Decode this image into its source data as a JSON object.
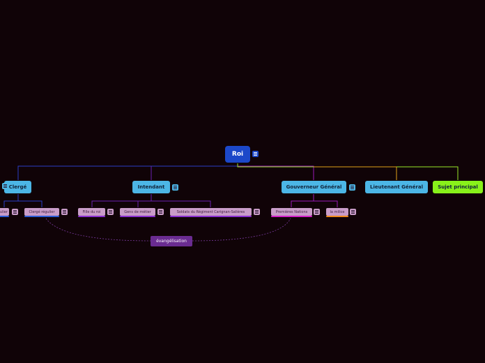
{
  "map": {
    "root": {
      "label": "Roi"
    },
    "branches": {
      "clerge": {
        "label": "Clergé"
      },
      "intendant": {
        "label": "Intendant"
      },
      "gouverneur": {
        "label": "Gouverneur Général"
      },
      "lieutenant": {
        "label": "Lieutenant Général"
      },
      "sujet": {
        "label": "Sujet principal"
      }
    },
    "subtopics": {
      "clerge_seculier": {
        "label": "Clergé séculier",
        "shown_text": "ulier"
      },
      "clerge_regulier": {
        "label": "Clergé régulier"
      },
      "filles_du_roi": {
        "label": "Fille du roi"
      },
      "gens_de_metier": {
        "label": "Gens de métier"
      },
      "soldats": {
        "label": "Soldats du Régiment Carignan-Salières"
      },
      "premieres_nations": {
        "label": "Premières Nations"
      },
      "la_milice": {
        "label": "la milice"
      }
    },
    "floating": {
      "label": "évangélisation"
    }
  },
  "colors": {
    "background": "#100307",
    "root_fill": "#1c48c9",
    "main_fill": "#4cb6e6",
    "sujet_fill": "#88f11a",
    "sub_fill": "#c99dc9",
    "floating_fill": "#6a2c91",
    "line_clerge": "#2a3cc4",
    "line_intendant": "#6a22b0",
    "line_gouverneur": "#9b1ab8",
    "line_lieutenant": "#e0a21a",
    "line_sujet": "#9ae82a",
    "underline_clerge": "#2a5bd6",
    "underline_intendant": "#8a2fd0",
    "underline_nations": "#d21ec8",
    "underline_milice": "#f08a1a",
    "relationship": "#7a3aa0"
  },
  "icons": {
    "note": "notes-icon"
  }
}
